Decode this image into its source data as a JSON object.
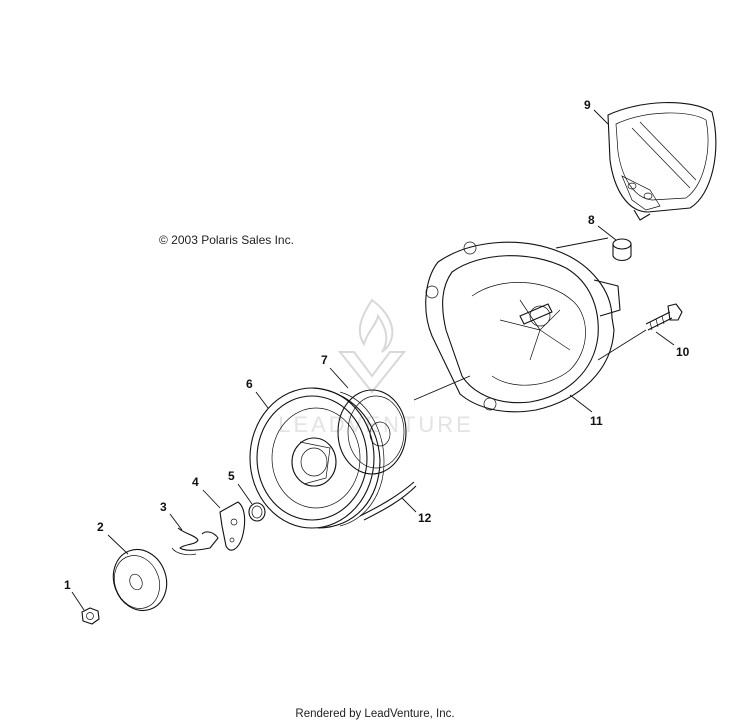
{
  "copyright": "© 2003 Polaris Sales Inc.",
  "footer": "Rendered by LeadVenture, Inc.",
  "watermark_text": "LEADVENTURE",
  "callouts": [
    "1",
    "2",
    "3",
    "4",
    "5",
    "6",
    "7",
    "8",
    "9",
    "10",
    "11",
    "12"
  ]
}
